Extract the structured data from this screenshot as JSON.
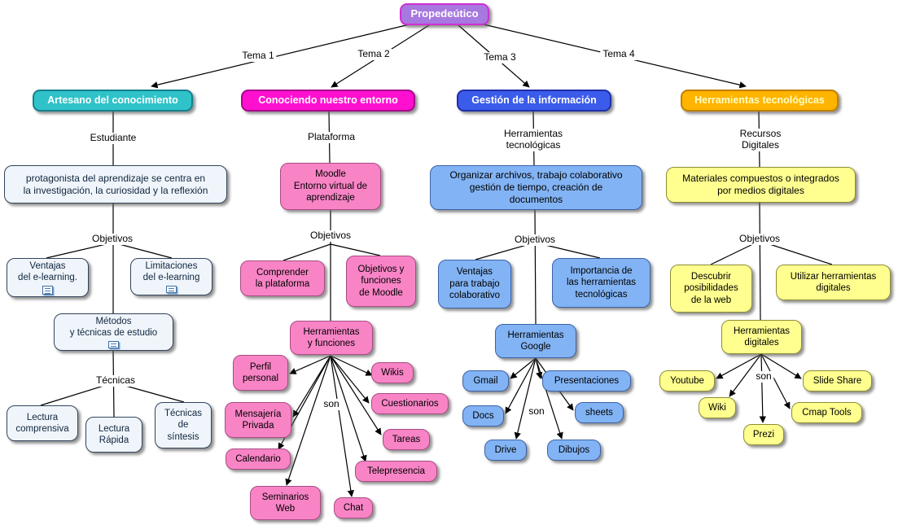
{
  "root": {
    "label": "Propedeútico"
  },
  "links": {
    "tema1": "Tema 1",
    "tema2": "Tema 2",
    "tema3": "Tema 3",
    "tema4": "Tema 4",
    "estudiante": "Estudiante",
    "objetivos": "Objetivos",
    "tecnicas": "Técnicas",
    "plataforma": "Plataforma",
    "son": "son",
    "herramientas_tecnologicas": "Herramientas\ntecnológicas",
    "recursos_digitales": "Recursos\nDigitales"
  },
  "branch1": {
    "head": "Artesano del conocimiento",
    "protagonista": "protagonista del aprendizaje se centra en\nla investigación, la curiosidad y la reflexión",
    "ventajas": "Ventajas\ndel e-learning.",
    "limitaciones": "Limitaciones\ndel e-learning",
    "metodos": "Métodos\ny técnicas de estudio",
    "lectura_comprensiva": "Lectura\ncomprensiva",
    "lectura_rapida": "Lectura\nRápida",
    "tecnicas_sintesis": "Técnicas\nde\nsíntesis"
  },
  "branch2": {
    "head": "Conociendo nuestro entorno",
    "moodle": "Moodle\nEntorno virtual de\naprendizaje",
    "comprender": "Comprender\nla plataforma",
    "objetivos_funciones": "Objetivos y\nfunciones\nde Moodle",
    "herramientas_funciones": "Herramientas\ny funciones",
    "perfil_personal": "Perfil\npersonal",
    "wikis": "Wikis",
    "mensajeria_privada": "Mensajería\nPrivada",
    "cuestionarios": "Cuestionarios",
    "calendario": "Calendario",
    "tareas": "Tareas",
    "seminarios_web": "Seminarios\nWeb",
    "telepresencia": "Telepresencia",
    "chat": "Chat"
  },
  "branch3": {
    "head": "Gestión de la información",
    "organizar": "Organizar archivos, trabajo colaborativo\ngestión de tiempo, creación de\ndocumentos",
    "ventajas_colaborativo": "Ventajas\npara trabajo\ncolaborativo",
    "importancia": "Importancia de\nlas herramientas\ntecnológicas",
    "herramientas_google": "Herramientas\nGoogle",
    "gmail": "Gmail",
    "presentaciones": "Presentaciones",
    "docs": "Docs",
    "sheets": "sheets",
    "drive": "Drive",
    "dibujos": "Dibujos"
  },
  "branch4": {
    "head": "Herramientas tecnológicas",
    "materiales": "Materiales compuestos o integrados\npor medios digitales",
    "descubrir": "Descubrir\nposibilidades\nde la web",
    "utilizar": "Utilizar herramientas\ndigitales",
    "herramientas_digitales": "Herramientas\ndigitales",
    "youtube": "Youtube",
    "slide_share": "Slide Share",
    "wiki": "Wiki",
    "cmap_tools": "Cmap Tools",
    "prezi": "Prezi"
  },
  "colors": {
    "root_fill": "#a678e0",
    "root_border": "#d02fd0",
    "branch1_head_fill": "#2fc3c9",
    "branch2_head_fill": "#ff10d0",
    "branch3_head_fill": "#3b5bea",
    "branch4_head_fill": "#ffb400",
    "branch1_node_fill": "#eff5fa",
    "branch2_node_fill": "#f884c6",
    "branch3_node_fill": "#82b3f4",
    "branch4_node_fill": "#ffff90",
    "connector": "#000000"
  }
}
